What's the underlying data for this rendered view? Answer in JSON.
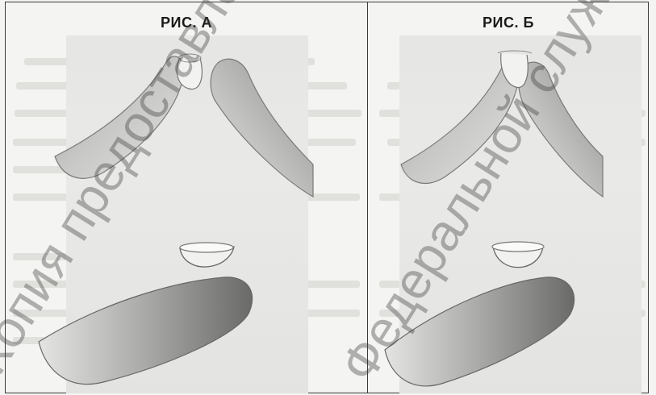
{
  "figures": [
    {
      "caption": "РИС. А"
    },
    {
      "caption": "РИС. Б"
    }
  ],
  "watermarks": [
    "Копия предоставлена с официального сайта Росздравнадзора",
    "Федеральной службы по надзору"
  ],
  "colors": {
    "frame": "#3a3a3a",
    "background": "#f4f4f2",
    "watermark": "#3c3c3c"
  }
}
